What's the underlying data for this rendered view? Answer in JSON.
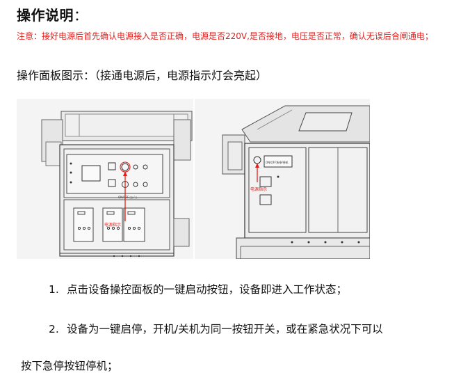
{
  "heading": {
    "title": "操作说明",
    "colon": "："
  },
  "notice": "注意：接好电源后首先确认电源接入是否正确，电源是否220V,是否接地，电压是否正常，确认无误后合闸通电；",
  "panel_caption": "操作面板图示：（接通电源后，电源指示灯会亮起）",
  "figures": {
    "left": {
      "callout": "电源指示",
      "plate": "ON/OFF  ▯▯ / ▯"
    },
    "right": {
      "callout": "电源指示",
      "plate": "ON/OFF急停/停机"
    }
  },
  "colors": {
    "notice": "#e0201e",
    "callout": "#e0201e"
  },
  "steps": [
    {
      "num": "1.",
      "text": "点击设备操控面板的一键启动按钮，设备即进入工作状态；"
    },
    {
      "num": "2.",
      "text": "设备为一键启停，开机/关机为同一按钮开关，或在紧急状况下可以"
    }
  ],
  "continuation": "按下急停按钮停机；"
}
